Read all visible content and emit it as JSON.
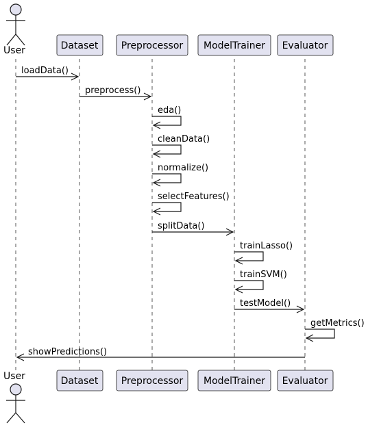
{
  "diagram_type": "sequence",
  "participants": [
    {
      "id": "user",
      "label": "User",
      "kind": "actor"
    },
    {
      "id": "dataset",
      "label": "Dataset",
      "kind": "participant"
    },
    {
      "id": "preprocessor",
      "label": "Preprocessor",
      "kind": "participant"
    },
    {
      "id": "modeltrainer",
      "label": "ModelTrainer",
      "kind": "participant"
    },
    {
      "id": "evaluator",
      "label": "Evaluator",
      "kind": "participant"
    }
  ],
  "messages": [
    {
      "from": "user",
      "to": "dataset",
      "label": "loadData()"
    },
    {
      "from": "dataset",
      "to": "preprocessor",
      "label": "preprocess()"
    },
    {
      "from": "preprocessor",
      "to": "preprocessor",
      "label": "eda()"
    },
    {
      "from": "preprocessor",
      "to": "preprocessor",
      "label": "cleanData()"
    },
    {
      "from": "preprocessor",
      "to": "preprocessor",
      "label": "normalize()"
    },
    {
      "from": "preprocessor",
      "to": "preprocessor",
      "label": "selectFeatures()"
    },
    {
      "from": "preprocessor",
      "to": "modeltrainer",
      "label": "splitData()"
    },
    {
      "from": "modeltrainer",
      "to": "modeltrainer",
      "label": "trainLasso()"
    },
    {
      "from": "modeltrainer",
      "to": "modeltrainer",
      "label": "trainSVM()"
    },
    {
      "from": "modeltrainer",
      "to": "evaluator",
      "label": "testModel()"
    },
    {
      "from": "evaluator",
      "to": "evaluator",
      "label": "getMetrics()"
    },
    {
      "from": "evaluator",
      "to": "user",
      "label": "showPredictions()"
    }
  ],
  "colors": {
    "participant_fill": "#e2e2f0",
    "border": "#181818",
    "lifeline": "#555555"
  }
}
